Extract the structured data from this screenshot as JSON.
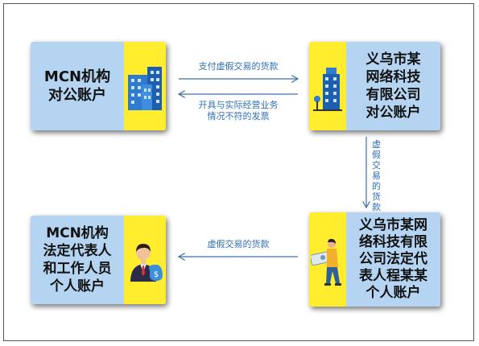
{
  "boxes": {
    "mcn_corporate": {
      "text": "MCN机构\n对公账户",
      "icon": "office-building-icon"
    },
    "yiwu_corporate": {
      "text": "义乌市某\n网络科技\n有限公司\n对公账户",
      "icon": "office-building-icon"
    },
    "mcn_personal": {
      "text": "MCN机构\n法定代表人\n和工作人员\n个人账户",
      "icon": "businessman-money-bag-icon"
    },
    "yiwu_personal": {
      "text": "义乌市某网\n络科技有限\n公司法定代\n表人程某某\n个人账户",
      "icon": "person-holding-money-icon"
    }
  },
  "arrows": {
    "top_right": "支付虚假交易的货款",
    "top_left": "开具与实际经营业务\n情况不符的发票",
    "down": "虚假交易的货款",
    "bottom_left": "虚假交易的货款"
  },
  "colors": {
    "panel_blue": "#b5d4f1",
    "panel_yellow": "#ffed2e",
    "arrow": "#3d6fa8",
    "label": "#2f6fb7"
  }
}
